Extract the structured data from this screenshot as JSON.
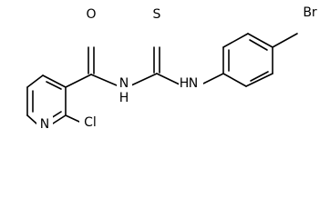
{
  "structure": {
    "atoms": {
      "oxygen": "O",
      "nitrogen_amide": "N",
      "hydrogen_amide": "H",
      "sulfur": "S",
      "nitrogen_thio": "N",
      "hydrogen_thio": "H",
      "bromine": "Br",
      "nitrogen_pyridine": "N",
      "chlorine": "Cl"
    }
  }
}
